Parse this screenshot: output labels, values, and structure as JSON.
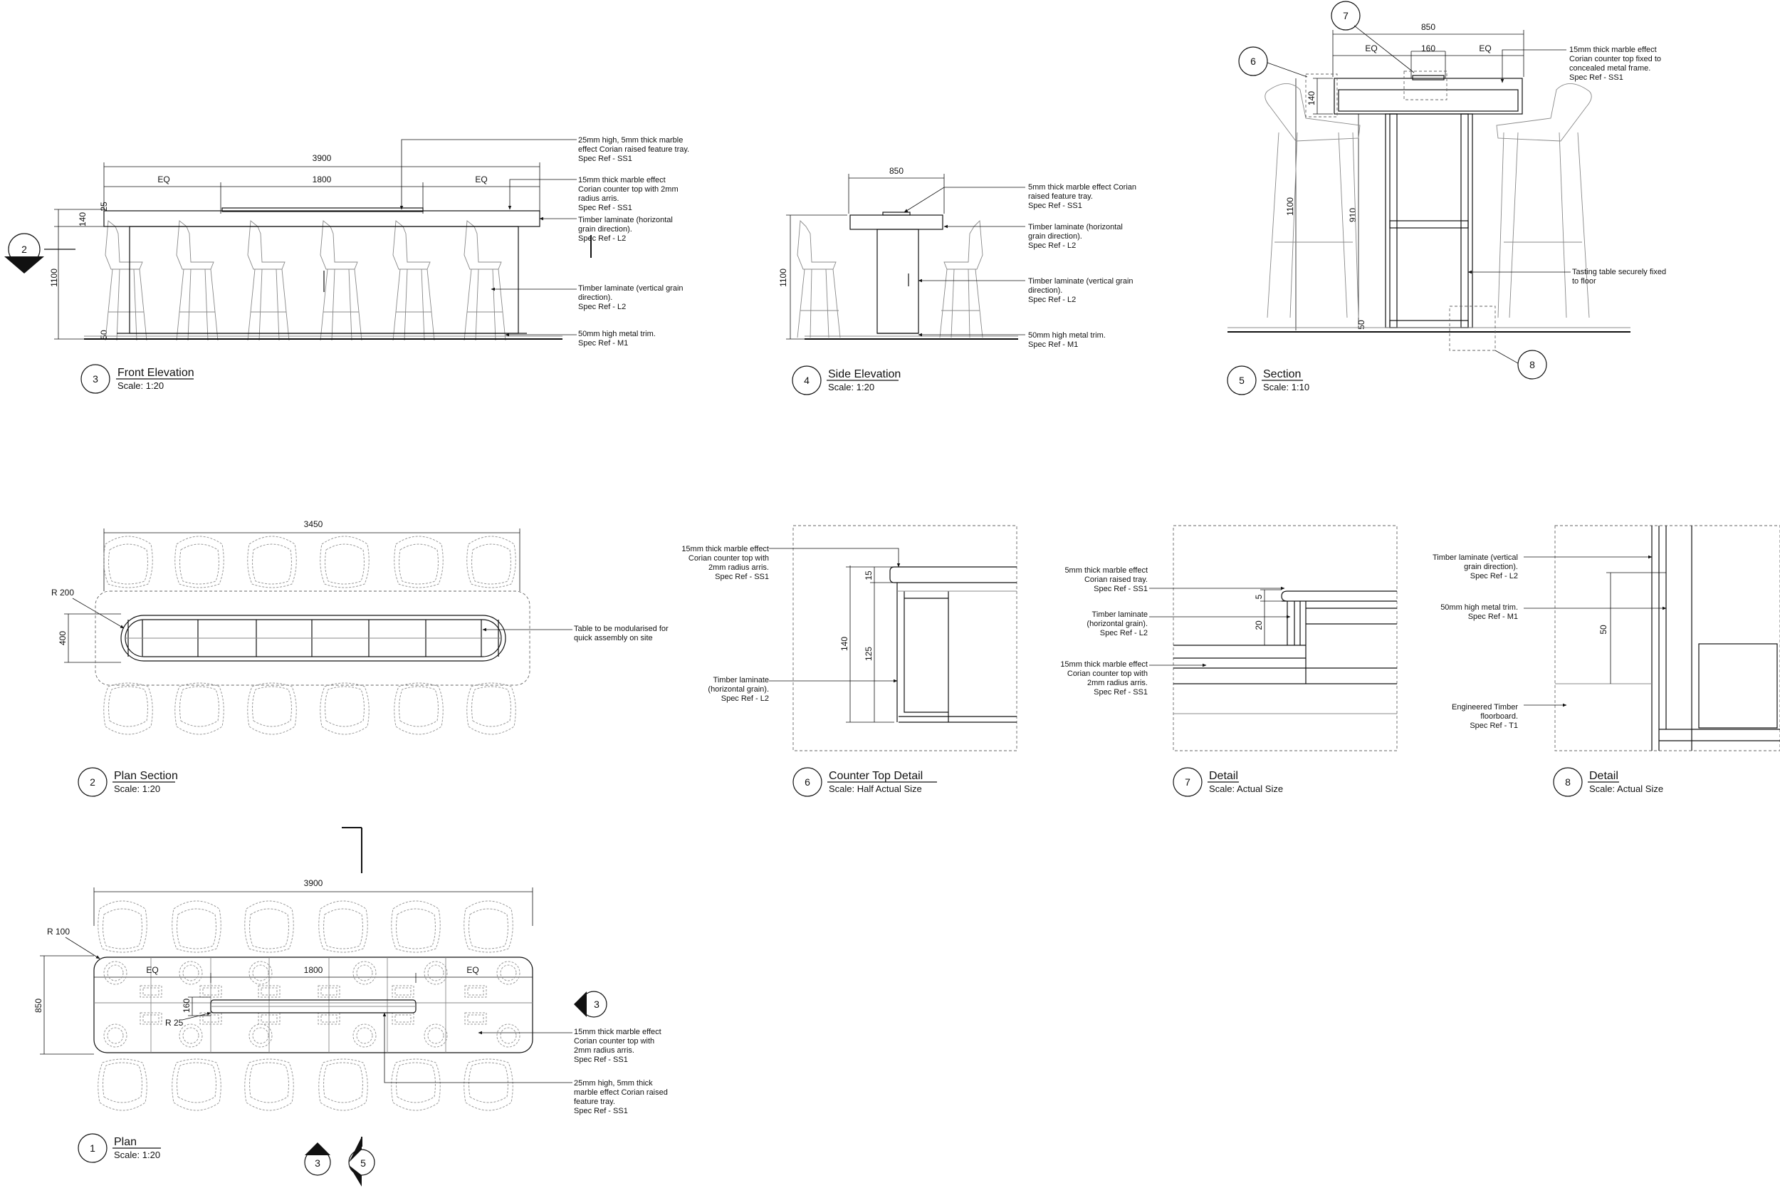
{
  "views": {
    "front": {
      "number": "3",
      "title": "Front Elevation",
      "scale": "Scale: 1:20",
      "dims": {
        "overall": "3900",
        "eq1": "EQ",
        "mid": "1800",
        "eq2": "EQ",
        "h25": "25",
        "h140": "140",
        "h1100": "1100",
        "h50": "50"
      },
      "notes": [
        [
          "25mm high, 5mm thick marble",
          "effect Corian raised feature tray.",
          "Spec Ref - SS1"
        ],
        [
          "15mm thick marble effect",
          "Corian counter top with 2mm",
          "radius arris.",
          "Spec Ref - SS1"
        ],
        [
          "Timber laminate (horizontal",
          "grain direction).",
          "Spec Ref - L2"
        ],
        [
          "Timber laminate (vertical grain",
          "direction).",
          "Spec Ref - L2"
        ],
        [
          "50mm high metal trim.",
          "Spec Ref - M1"
        ]
      ]
    },
    "side": {
      "number": "4",
      "title": "Side Elevation",
      "scale": "Scale: 1:20",
      "dims": {
        "w850": "850",
        "h1100": "1100"
      },
      "notes": [
        [
          "5mm thick marble effect Corian",
          "raised feature tray.",
          "Spec Ref - SS1"
        ],
        [
          "Timber laminate (horizontal",
          "grain direction).",
          "Spec Ref - L2"
        ],
        [
          "Timber laminate (vertical grain",
          "direction).",
          "Spec Ref - L2"
        ],
        [
          "50mm high metal trim.",
          "Spec Ref - M1"
        ]
      ]
    },
    "section": {
      "number": "5",
      "title": "Section",
      "scale": "Scale: 1:10",
      "dims": {
        "w850": "850",
        "eqA": "EQ",
        "w160": "160",
        "eqB": "EQ",
        "h140": "140",
        "h1100": "1100",
        "h910": "910",
        "h50": "50"
      },
      "callouts": {
        "c6": "6",
        "c7": "7",
        "c8": "8"
      },
      "notes": [
        [
          "15mm thick marble effect",
          "Corian counter top fixed to",
          "concealed metal frame.",
          "Spec Ref - SS1"
        ],
        [
          "Tasting table securely fixed",
          "to floor"
        ]
      ]
    },
    "plan_section": {
      "number": "2",
      "title": "Plan Section",
      "scale": "Scale: 1:20",
      "dims": {
        "w3450": "3450",
        "r200": "R 200",
        "h400": "400"
      },
      "notes": [
        [
          "Table to be modularised for",
          "quick assembly on site"
        ]
      ]
    },
    "counter_detail": {
      "number": "6",
      "title": "Counter Top Detail",
      "scale": "Scale: Half Actual Size",
      "dims": {
        "h15": "15",
        "h140": "140",
        "h125": "125"
      },
      "notes": [
        [
          "15mm thick marble effect",
          "Corian counter top with",
          "2mm radius arris.",
          "Spec Ref - SS1"
        ],
        [
          "Timber laminate",
          "(horizontal grain).",
          "Spec Ref - L2"
        ]
      ]
    },
    "detail7": {
      "number": "7",
      "title": "Detail",
      "scale": "Scale: Actual Size",
      "dims": {
        "h5": "5",
        "h20": "20"
      },
      "notes": [
        [
          "5mm thick marble effect",
          "Corian raised tray.",
          "Spec Ref - SS1"
        ],
        [
          "Timber laminate",
          "(horizontal grain).",
          "Spec Ref - L2"
        ],
        [
          "15mm thick marble effect",
          "Corian counter top with",
          "2mm radius arris.",
          "Spec Ref - SS1"
        ]
      ]
    },
    "detail8": {
      "number": "8",
      "title": "Detail",
      "scale": "Scale: Actual Size",
      "dims": {
        "h50": "50"
      },
      "notes": [
        [
          "Timber laminate (vertical",
          "grain direction).",
          "Spec Ref - L2"
        ],
        [
          "50mm high metal trim.",
          "Spec Ref - M1"
        ],
        [
          "Engineered Timber",
          "floorboard.",
          "Spec Ref - T1"
        ]
      ]
    },
    "plan": {
      "number": "1",
      "title": "Plan",
      "scale": "Scale: 1:20",
      "dims": {
        "overall": "3900",
        "r100": "R 100",
        "h850": "850",
        "eq1": "EQ",
        "mid": "1800",
        "eq2": "EQ",
        "h160": "160",
        "r25": "R 25"
      },
      "markers": {
        "m2": "2",
        "m3a": "3",
        "m3b": "3",
        "m5": "5"
      },
      "notes": [
        [
          "15mm thick marble effect",
          "Corian counter top with",
          "2mm radius arris.",
          "Spec Ref - SS1"
        ],
        [
          "25mm high, 5mm thick",
          "marble effect Corian raised",
          "feature tray.",
          "Spec Ref - SS1"
        ]
      ]
    }
  }
}
